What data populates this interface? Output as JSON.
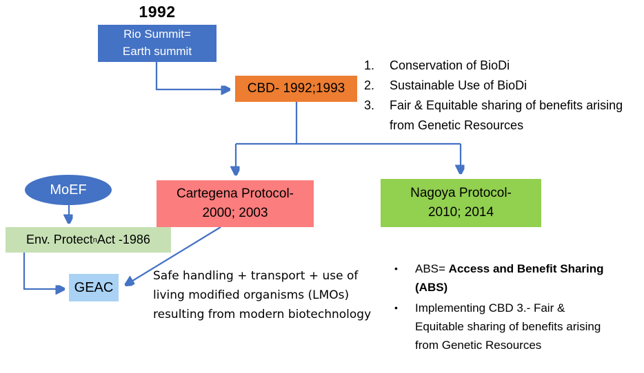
{
  "colors": {
    "accent_blue": "#4472C4",
    "orange": "#ED7D31",
    "salmon_red": "#FB7D7D",
    "bright_green": "#92D050",
    "light_green": "#C6E0B4",
    "light_blue": "#A9D2F4",
    "arrow": "#4472C4"
  },
  "timeline": {
    "year_label": "1992",
    "rio_box": {
      "line1": "Rio Summit=",
      "line2": "Earth summit"
    },
    "cbd_box": "CBD- 1992;1993",
    "cartagena_box": {
      "line1": "Cartegena Protocol-",
      "line2": "2000; 2003"
    },
    "nagoya_box": {
      "line1": "Nagoya Protocol-",
      "line2": "2010; 2014"
    },
    "moef": "MoEF",
    "env_act": {
      "prefix": "Env. Protect",
      "sup": "n",
      "suffix": " Act -1986"
    },
    "geac": "GEAC"
  },
  "cbd_objectives": {
    "items": [
      {
        "num": "1.",
        "text": "Conservation of BioDi"
      },
      {
        "num": "2.",
        "text": "Sustainable Use of BioDi"
      },
      {
        "num": "3.",
        "text": "Fair & Equitable sharing of benefits arising from Genetic Resources"
      }
    ]
  },
  "cartagena_note": "Safe handling + transport + use of living modified organisms (LMOs) resulting from modern biotechnology",
  "nagoya_notes": {
    "bullet": "•",
    "item1_prefix": "ABS= ",
    "item1_bold": "Access and Benefit Sharing (ABS)",
    "item2": "Implementing CBD 3.- Fair & Equitable sharing of benefits arising from Genetic Resources"
  }
}
